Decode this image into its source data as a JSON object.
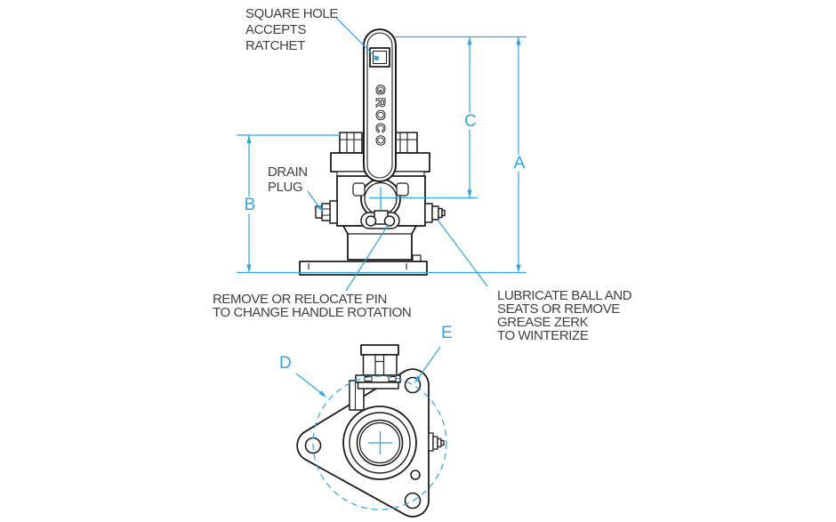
{
  "colors": {
    "accent": "#31A5E2",
    "ink": "#1C1C1C",
    "label_text": "#414042",
    "background": "#FFFFFF"
  },
  "side_view": {
    "handle_brand": "GROCO",
    "callouts": {
      "square_hole": "SQUARE HOLE\nACCEPTS\nRATCHET",
      "drain_plug": "DRAIN\nPLUG",
      "remove_pin": "REMOVE OR RELOCATE PIN\nTO CHANGE HANDLE ROTATION",
      "lubricate": "LUBRICATE BALL AND\nSEATS OR REMOVE\nGREASE ZERK\nTO WINTERIZE"
    },
    "dimensions": {
      "overall_height": "A",
      "body_height": "B",
      "handle_height": "C"
    }
  },
  "bottom_view": {
    "dimensions": {
      "bolt_circle_diameter": "D",
      "mounting_hole": "E"
    }
  }
}
